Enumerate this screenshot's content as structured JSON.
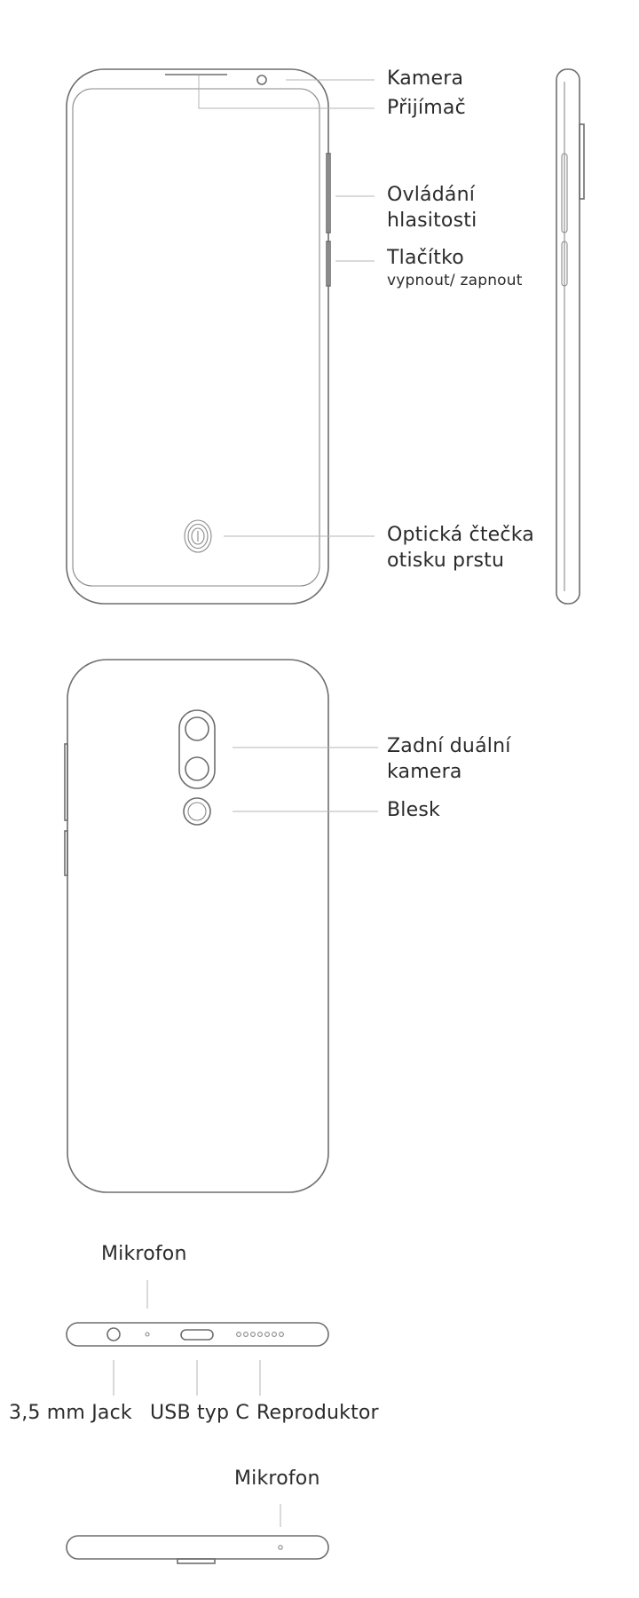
{
  "labels": {
    "camera": "Kamera",
    "receiver": "Přijímač",
    "volume_line1": "Ovládání",
    "volume_line2": "hlasitosti",
    "power_line1": "Tlačítko",
    "power_line2": "vypnout/ zapnout",
    "fingerprint_line1": "Optická čtečka",
    "fingerprint_line2": "otisku prstu",
    "rear_camera_line1": "Zadní duální",
    "rear_camera_line2": "kamera",
    "flash": "Blesk",
    "bottom_mic": "Mikrofon",
    "jack": "3,5 mm Jack",
    "usb": "USB typ C",
    "speaker": "Reproduktor",
    "top_mic": "Mikrofon"
  }
}
